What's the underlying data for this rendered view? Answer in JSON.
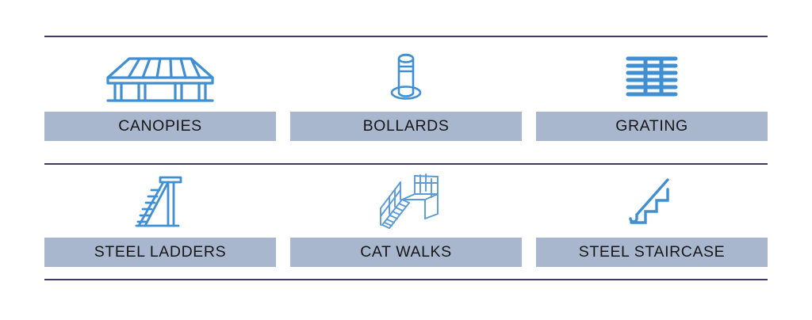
{
  "page": {
    "background_color": "#ffffff",
    "rule_color": "#3f3c63",
    "label_bar_color": "#a9b7ce",
    "label_text_color": "#161616",
    "icon_color": "#3f8fd2"
  },
  "dividers": [
    {
      "name": "top-divider"
    },
    {
      "name": "middle-divider"
    },
    {
      "name": "bottom-divider"
    }
  ],
  "rows": [
    {
      "cells": [
        {
          "label": "CANOPIES",
          "icon": "canopy-icon"
        },
        {
          "label": "BOLLARDS",
          "icon": "bollard-icon"
        },
        {
          "label": "GRATING",
          "icon": "grating-icon"
        }
      ]
    },
    {
      "cells": [
        {
          "label": "STEEL LADDERS",
          "icon": "steel-ladder-icon"
        },
        {
          "label": "CAT WALKS",
          "icon": "cat-walk-icon"
        },
        {
          "label": "STEEL STAIRCASE",
          "icon": "steel-staircase-icon"
        }
      ]
    }
  ]
}
